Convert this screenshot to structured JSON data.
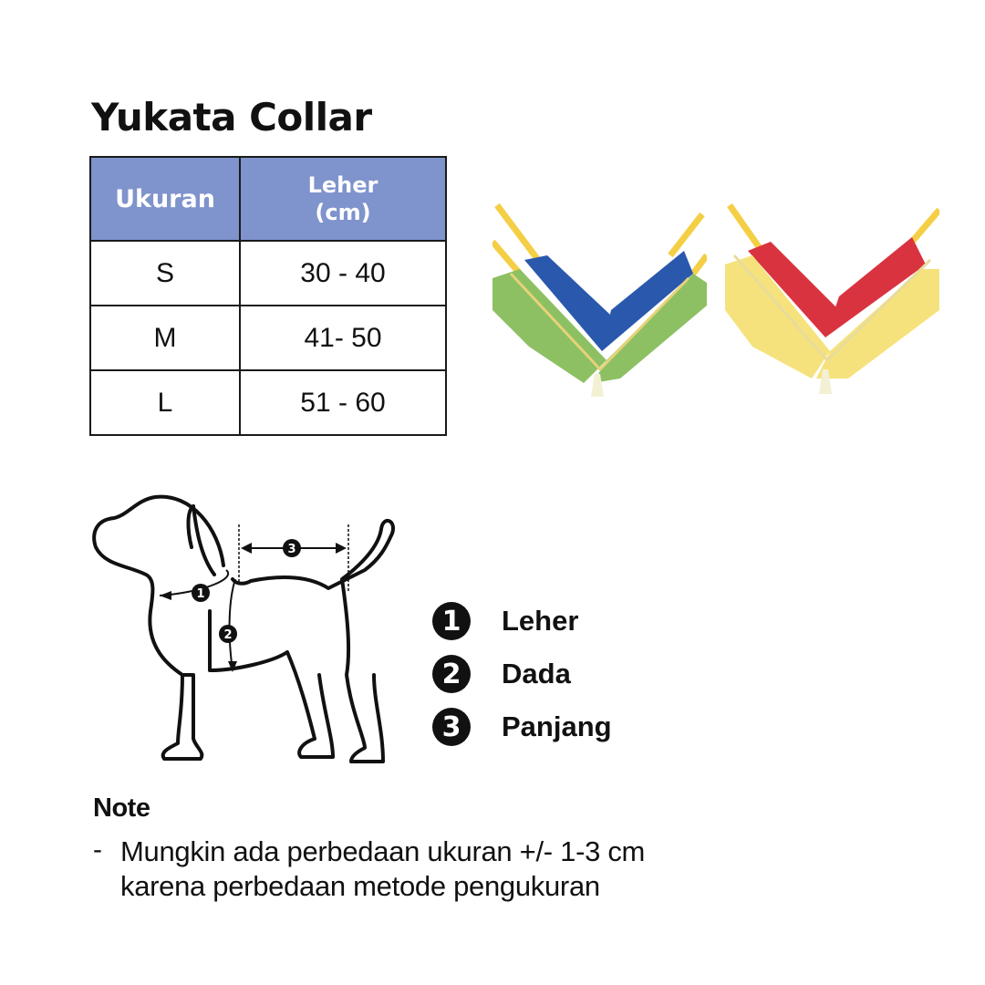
{
  "title": "Yukata Collar",
  "table": {
    "headers": {
      "size": "Ukuran",
      "neck_line1": "Leher",
      "neck_line2": "(cm)"
    },
    "rows": [
      {
        "size": "S",
        "neck": "30 - 40"
      },
      {
        "size": "M",
        "neck": "41- 50"
      },
      {
        "size": "L",
        "neck": "51 - 60"
      }
    ],
    "header_color": "#7f93cc"
  },
  "products": [
    {
      "name": "green-blue-collar",
      "main_color": "#8dc063",
      "pattern_color": "#2a58ad"
    },
    {
      "name": "yellow-red-collar",
      "main_color": "#f6e27c",
      "pattern_color": "#d9333f"
    }
  ],
  "diagram": {
    "markers": [
      "1",
      "2",
      "3"
    ]
  },
  "legend": [
    {
      "num": "1",
      "label": "Leher"
    },
    {
      "num": "2",
      "label": "Dada"
    },
    {
      "num": "3",
      "label": "Panjang"
    }
  ],
  "note": {
    "title": "Note",
    "bullet": "-",
    "line1": "Mungkin ada perbedaan ukuran +/- 1-3 cm",
    "line2": "karena perbedaan metode pengukuran"
  }
}
